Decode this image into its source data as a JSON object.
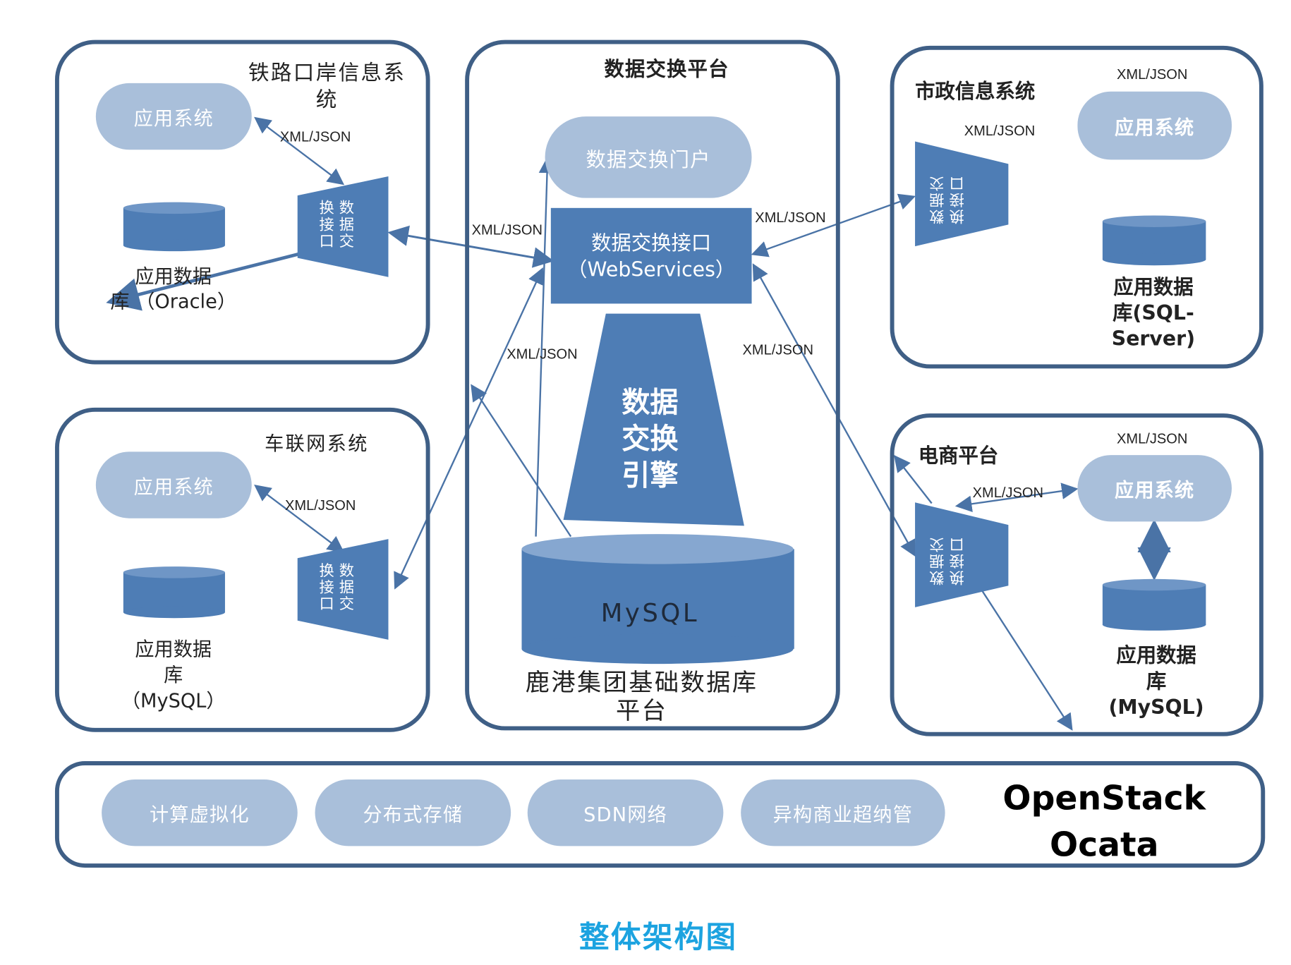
{
  "central": {
    "title": "数据交换平台",
    "portal": "数据交换门户",
    "interface_line1": "数据交换接口",
    "interface_line2": "（WebServices）",
    "engine_lines": [
      "数据",
      "交换",
      "引擎"
    ],
    "db_label": "MySQL",
    "base_label_line1": "鹿港集团基础数据库",
    "base_label_line2": "平台"
  },
  "railway": {
    "title_line1": "铁路口岸信息系",
    "title_line2": "统",
    "app": "应用系统",
    "interface": "数据交换接口",
    "db_line1": "应用数据",
    "db_line2": "库 （Oracle）"
  },
  "vehicle": {
    "title": "车联网系统",
    "app": "应用系统",
    "interface": "数据交换接口",
    "db_line1": "应用数据",
    "db_line2": "库",
    "db_line3": "（MySQL）"
  },
  "municipal": {
    "title": "市政信息系统",
    "app": "应用系统",
    "interface": "数据交换接口",
    "db_line1": "应用数据",
    "db_line2": "库(SQL-",
    "db_line3": "Server)"
  },
  "ecommerce": {
    "title": "电商平台",
    "app": "应用系统",
    "interface": "数据交换接口",
    "db_line1": "应用数据",
    "db_line2": "库",
    "db_line3": "(MySQL)"
  },
  "protocol_label": "XML/JSON",
  "openstack": {
    "items": [
      "计算虚拟化",
      "分布式存储",
      "SDN网络",
      "异构商业超纳管"
    ],
    "title_line1": "OpenStack",
    "title_line2": "Ocata"
  },
  "caption": "整体架构图",
  "colors": {
    "border": "#3f5f86",
    "block": "#4e7db5",
    "pill": "#a9bfda",
    "caption": "#1ca3e0",
    "arrow": "#4a73a6"
  }
}
